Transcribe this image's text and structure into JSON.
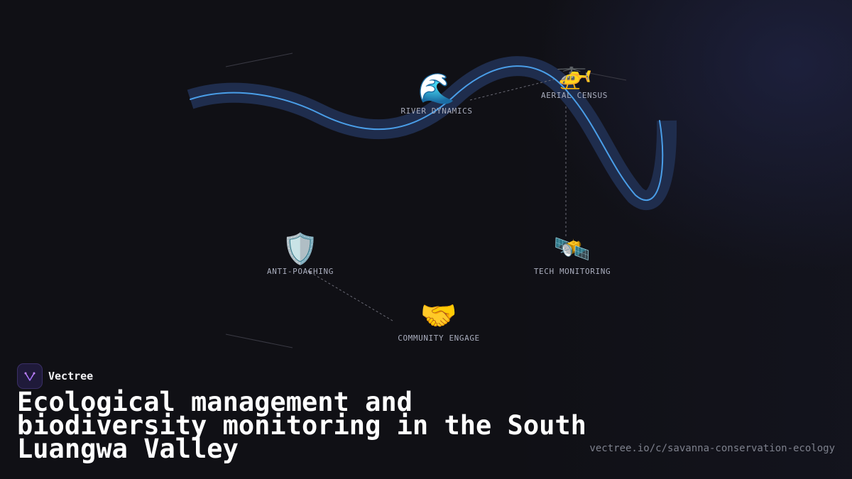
{
  "brand": {
    "name": "Vectree",
    "icon": "vectree-logo-icon",
    "accent": "#8b5cf6"
  },
  "title": "Ecological management and biodiversity monitoring in the South Luangwa Valley",
  "url": "vectree.io/c/savanna-conservation-ecology",
  "river": {
    "glow_color": "#1f2d4d",
    "line_color": "#4a9ee8"
  },
  "nodes": [
    {
      "id": "river",
      "label": "RIVER DYNAMICS",
      "icon": "wave-icon",
      "glyph": "🌊"
    },
    {
      "id": "aerial",
      "label": "AERIAL CENSUS",
      "icon": "helicopter-icon",
      "glyph": "🚁"
    },
    {
      "id": "anti",
      "label": "ANTI-POACHING",
      "icon": "shield-icon",
      "glyph": "🛡️"
    },
    {
      "id": "tech",
      "label": "TECH MONITORING",
      "icon": "satellite-icon",
      "glyph": "🛰️"
    },
    {
      "id": "community",
      "label": "COMMUNITY ENGAGE",
      "icon": "handshake-icon",
      "glyph": "🤝"
    }
  ],
  "connections": [
    {
      "from": "river",
      "to": "aerial"
    },
    {
      "from": "aerial",
      "to": "tech"
    },
    {
      "from": "community",
      "to": "anti"
    }
  ]
}
